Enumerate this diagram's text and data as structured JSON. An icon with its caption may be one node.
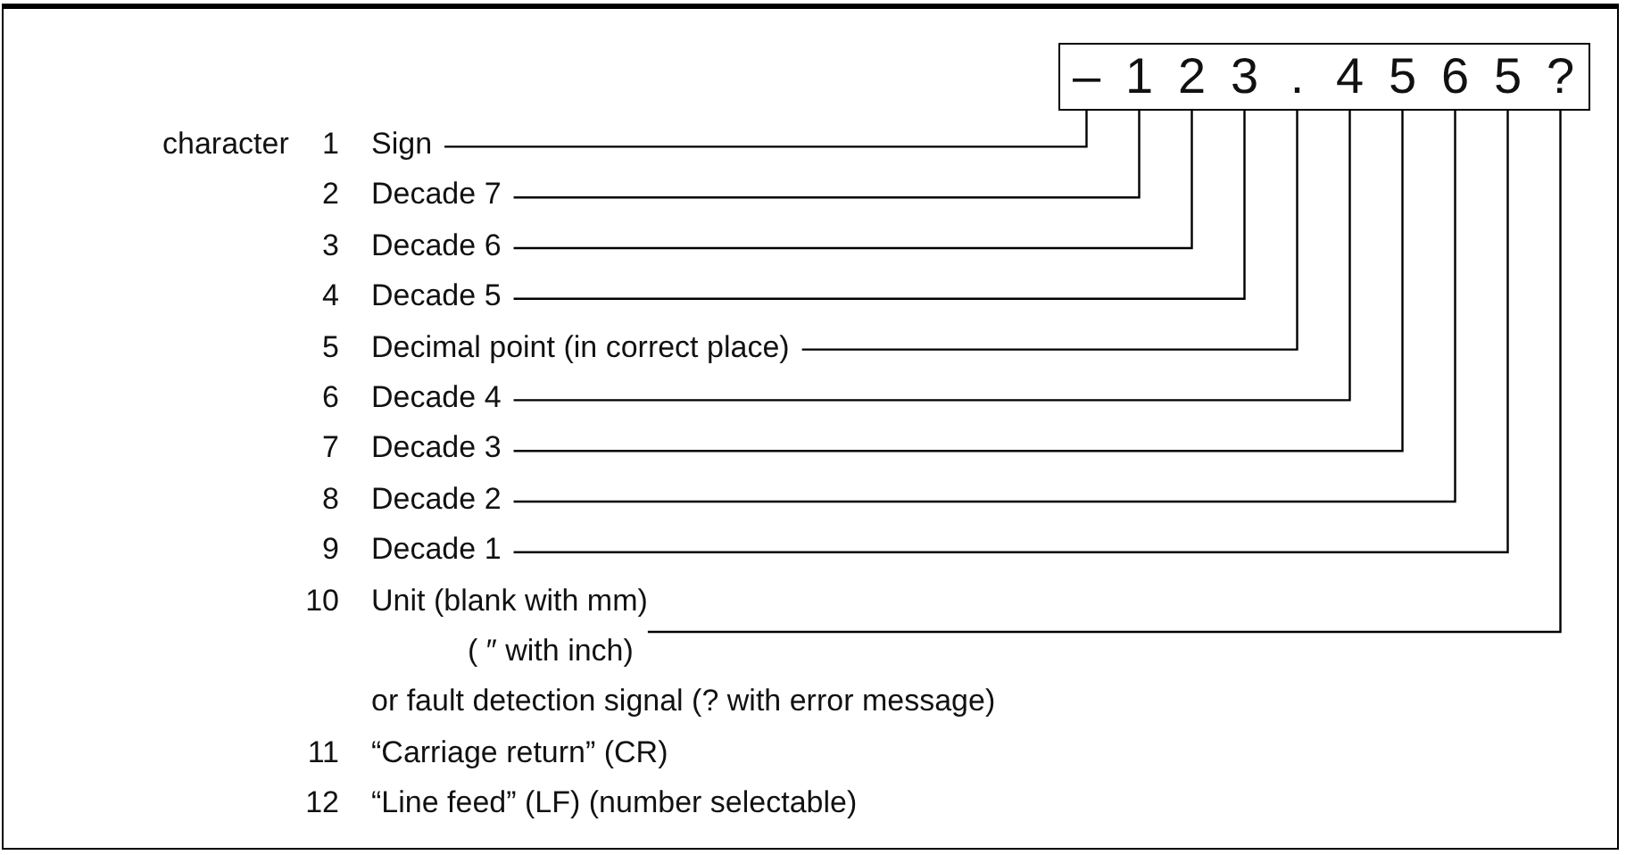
{
  "diagram": {
    "nodes": [
      {
        "text": [],
        "shape": "box"
      },
      {
        "text": [
          "–"
        ],
        "in": 0
      },
      {
        "text": [
          "1"
        ],
        "in": 0
      },
      {
        "text": [
          "2"
        ],
        "in": 0
      },
      {
        "text": [
          "3"
        ],
        "in": 0
      },
      {
        "text": [
          "."
        ],
        "in": 0
      },
      {
        "text": [
          "4"
        ],
        "in": 0
      },
      {
        "text": [
          "5"
        ],
        "in": 0
      },
      {
        "text": [
          "6"
        ],
        "in": 0
      },
      {
        "text": [
          "5"
        ],
        "in": 0
      },
      {
        "text": [
          "?"
        ],
        "in": 0
      },
      {
        "text": [
          "1",
          "Sign"
        ]
      },
      {
        "text": [
          "2",
          "Decade 7"
        ]
      },
      {
        "text": [
          "3",
          "Decade 6"
        ]
      },
      {
        "text": [
          "4",
          "Decade 5"
        ]
      },
      {
        "text": [
          "5",
          "Decimal point (in correct place)"
        ]
      },
      {
        "text": [
          "6",
          "Decade 4"
        ]
      },
      {
        "text": [
          "7",
          "Decade 3"
        ]
      },
      {
        "text": [
          "8",
          "Decade 2"
        ]
      },
      {
        "text": [
          "9",
          "Decade 1"
        ]
      },
      {
        "text": [
          "10",
          "Unit (blank with mm)",
          "( ″ with inch)",
          "or fault detection signal (? with error message)"
        ]
      }
    ],
    "edges": [
      {
        "from": 11,
        "to": 1,
        "arrow": "none"
      },
      {
        "from": 12,
        "to": 2,
        "arrow": "none"
      },
      {
        "from": 13,
        "to": 3,
        "arrow": "none"
      },
      {
        "from": 14,
        "to": 4,
        "arrow": "none"
      },
      {
        "from": 15,
        "to": 5,
        "arrow": "none"
      },
      {
        "from": 16,
        "to": 6,
        "arrow": "none"
      },
      {
        "from": 17,
        "to": 7,
        "arrow": "none"
      },
      {
        "from": 18,
        "to": 8,
        "arrow": "none"
      },
      {
        "from": 19,
        "to": 9,
        "arrow": "none"
      },
      {
        "from": 20,
        "to": 10,
        "arrow": "none"
      }
    ],
    "labels": [
      "character",
      "11",
      "“Carriage return” (CR)",
      "12",
      "“Line feed” (LF) (number selectable)"
    ]
  }
}
